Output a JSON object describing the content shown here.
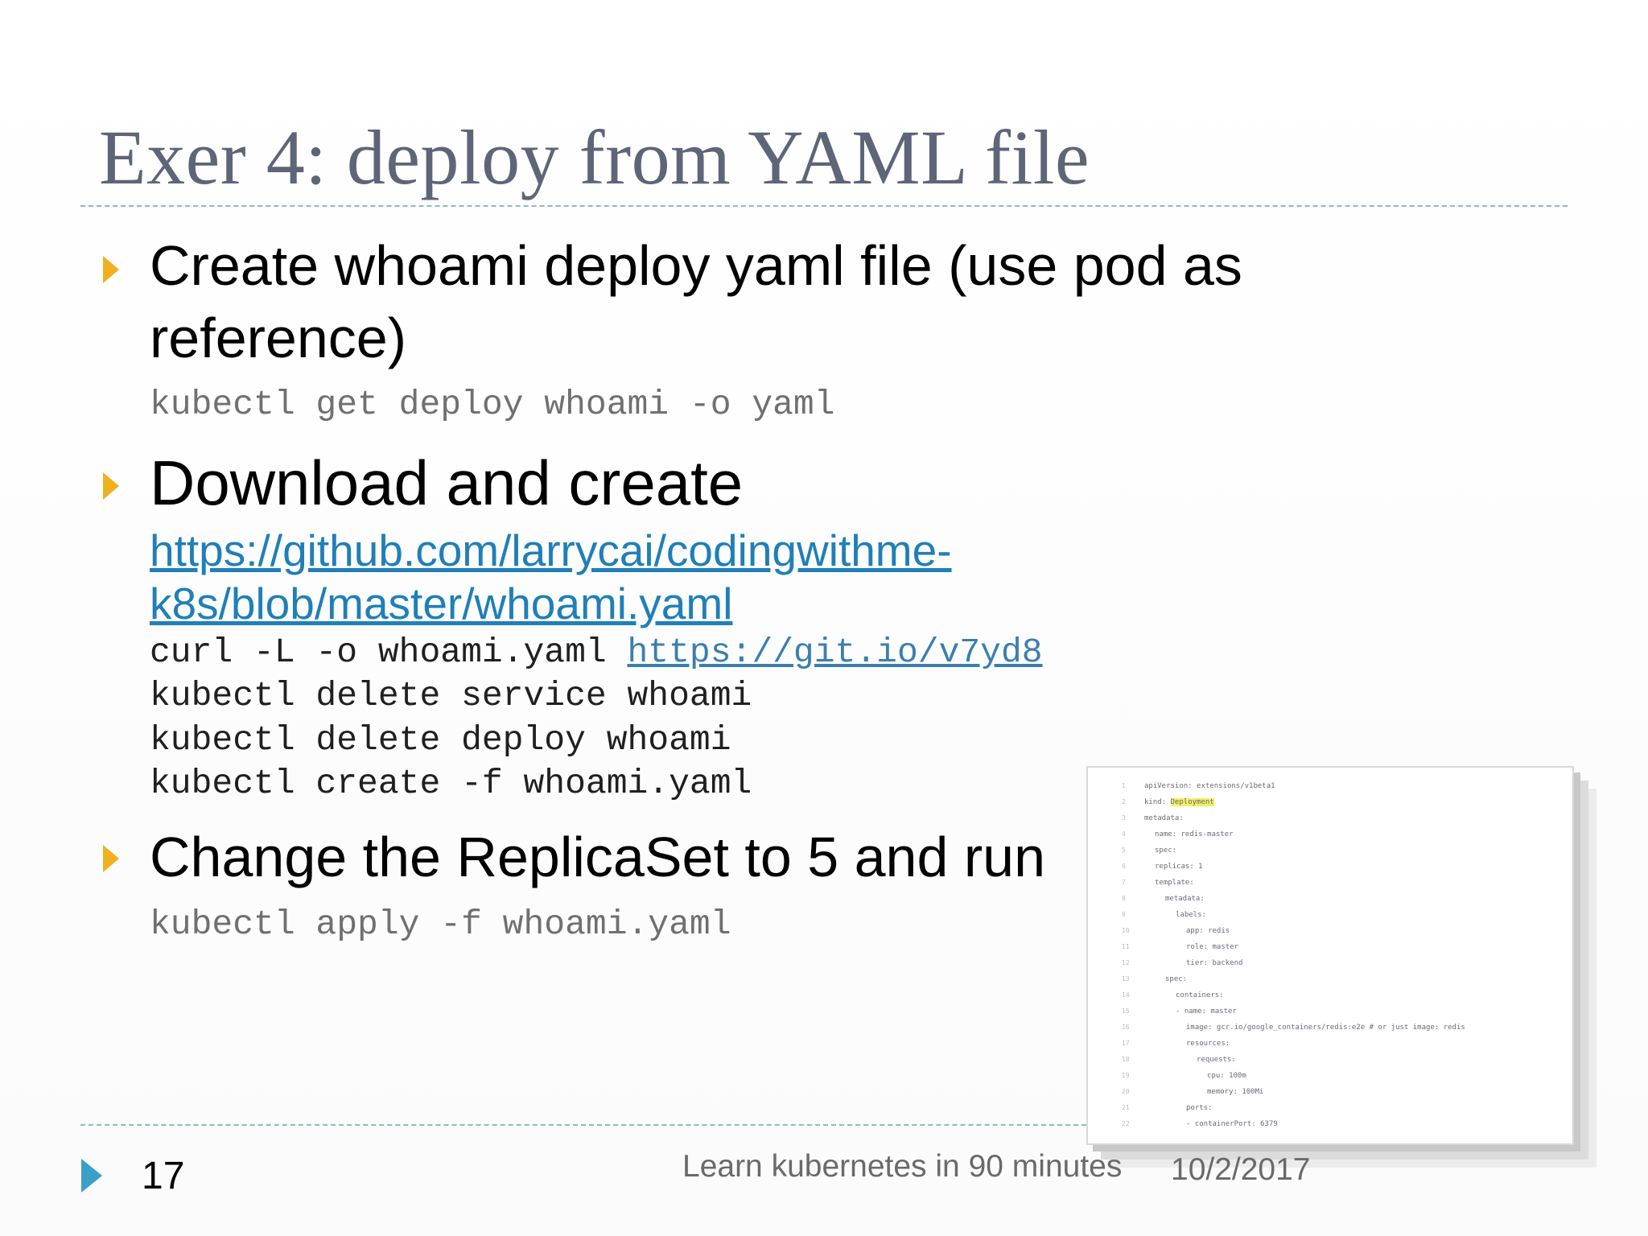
{
  "slide": {
    "title": "Exer 4: deploy from YAML file",
    "bullets": [
      {
        "lines": [
          "Create whoami deploy yaml file (use pod as",
          "reference)"
        ],
        "code": [
          "kubectl get deploy whoami -o yaml"
        ]
      },
      {
        "lines": [
          "Download and create"
        ],
        "link_lines": [
          "https://github.com/larrycai/codingwithme-",
          "k8s/blob/master/whoami.yaml"
        ],
        "code_curl_prefix": "curl -L -o whoami.yaml ",
        "code_curl_link": "https://git.io/v7yd8",
        "code": [
          "kubectl delete service whoami",
          "kubectl delete deploy whoami",
          "kubectl create -f whoami.yaml"
        ]
      },
      {
        "lines": [
          "Change the ReplicaSet to 5 and run"
        ],
        "code": [
          "kubectl apply -f whoami.yaml"
        ]
      }
    ],
    "yaml_screenshot": {
      "lines": [
        {
          "num": "1",
          "text": "apiVersion: extensions/v1beta1",
          "indent": 0
        },
        {
          "num": "2",
          "text_before": "kind: ",
          "highlight": "Deployment",
          "indent": 0
        },
        {
          "num": "3",
          "text": "metadata:",
          "indent": 0
        },
        {
          "num": "4",
          "text": "name: redis-master",
          "indent": 1
        },
        {
          "num": "5",
          "text": "spec:",
          "indent": 1
        },
        {
          "num": "6",
          "text": "replicas: 1",
          "indent": 1
        },
        {
          "num": "7",
          "text": "template:",
          "indent": 1
        },
        {
          "num": "8",
          "text": "metadata:",
          "indent": 2
        },
        {
          "num": "9",
          "text": "labels:",
          "indent": 3
        },
        {
          "num": "10",
          "text": "app: redis",
          "indent": 4
        },
        {
          "num": "11",
          "text": "role: master",
          "indent": 4
        },
        {
          "num": "12",
          "text": "tier: backend",
          "indent": 4
        },
        {
          "num": "13",
          "text": "spec:",
          "indent": 2
        },
        {
          "num": "14",
          "text": "containers:",
          "indent": 3
        },
        {
          "num": "15",
          "text": "- name: master",
          "indent": 3
        },
        {
          "num": "16",
          "text": "image: gcr.io/google_containers/redis:e2e  # or just image: redis",
          "indent": 4
        },
        {
          "num": "17",
          "text": "resources:",
          "indent": 4
        },
        {
          "num": "18",
          "text": "requests:",
          "indent": 5
        },
        {
          "num": "19",
          "text": "cpu: 100m",
          "indent": 6
        },
        {
          "num": "20",
          "text": "memory: 100Mi",
          "indent": 6
        },
        {
          "num": "21",
          "text": "ports:",
          "indent": 4
        },
        {
          "num": "22",
          "text": "- containerPort: 6379",
          "indent": 4
        }
      ]
    },
    "footer": {
      "page_number": "17",
      "title": "Learn kubernetes in 90 minutes",
      "date": "10/2/2017"
    },
    "colors": {
      "title": "#5f6578",
      "bullet": "#f0b020",
      "link": "#1f7fb8",
      "rule": "#8fb8c8",
      "footer_arrow": "#3aa0c8"
    }
  }
}
